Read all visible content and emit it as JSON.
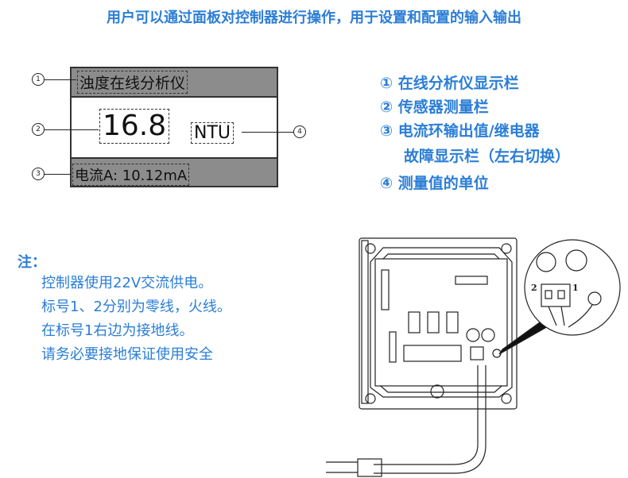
{
  "title": "用户可以通过面板对控制器进行操作，用于设置和配置的输入输出",
  "display": {
    "header": "浊度在线分析仪",
    "value": "16.8",
    "unit": "NTU",
    "footer": "电流A: 10.12mA",
    "callouts": [
      "1",
      "2",
      "3",
      "4"
    ]
  },
  "legend": [
    {
      "num": "①",
      "text": "在线分析仪显示栏"
    },
    {
      "num": "②",
      "text": "传感器测量栏"
    },
    {
      "num": "③",
      "text": "电流环输出值/继电器"
    },
    {
      "num": "",
      "text": "故障显示栏（左右切换）"
    },
    {
      "num": "④",
      "text": "测量值的单位"
    }
  ],
  "note": {
    "label": "注：",
    "lines": [
      "控制器使用22V交流供电。",
      "标号1、2分别为零线，火线。",
      "在标号1右边为接地线。",
      "请务必要接地保证使用安全"
    ]
  },
  "device": {
    "terminal_labels": [
      "2",
      "1"
    ]
  },
  "colors": {
    "accent": "#2b7ed6",
    "band": "#8c8c8c"
  }
}
